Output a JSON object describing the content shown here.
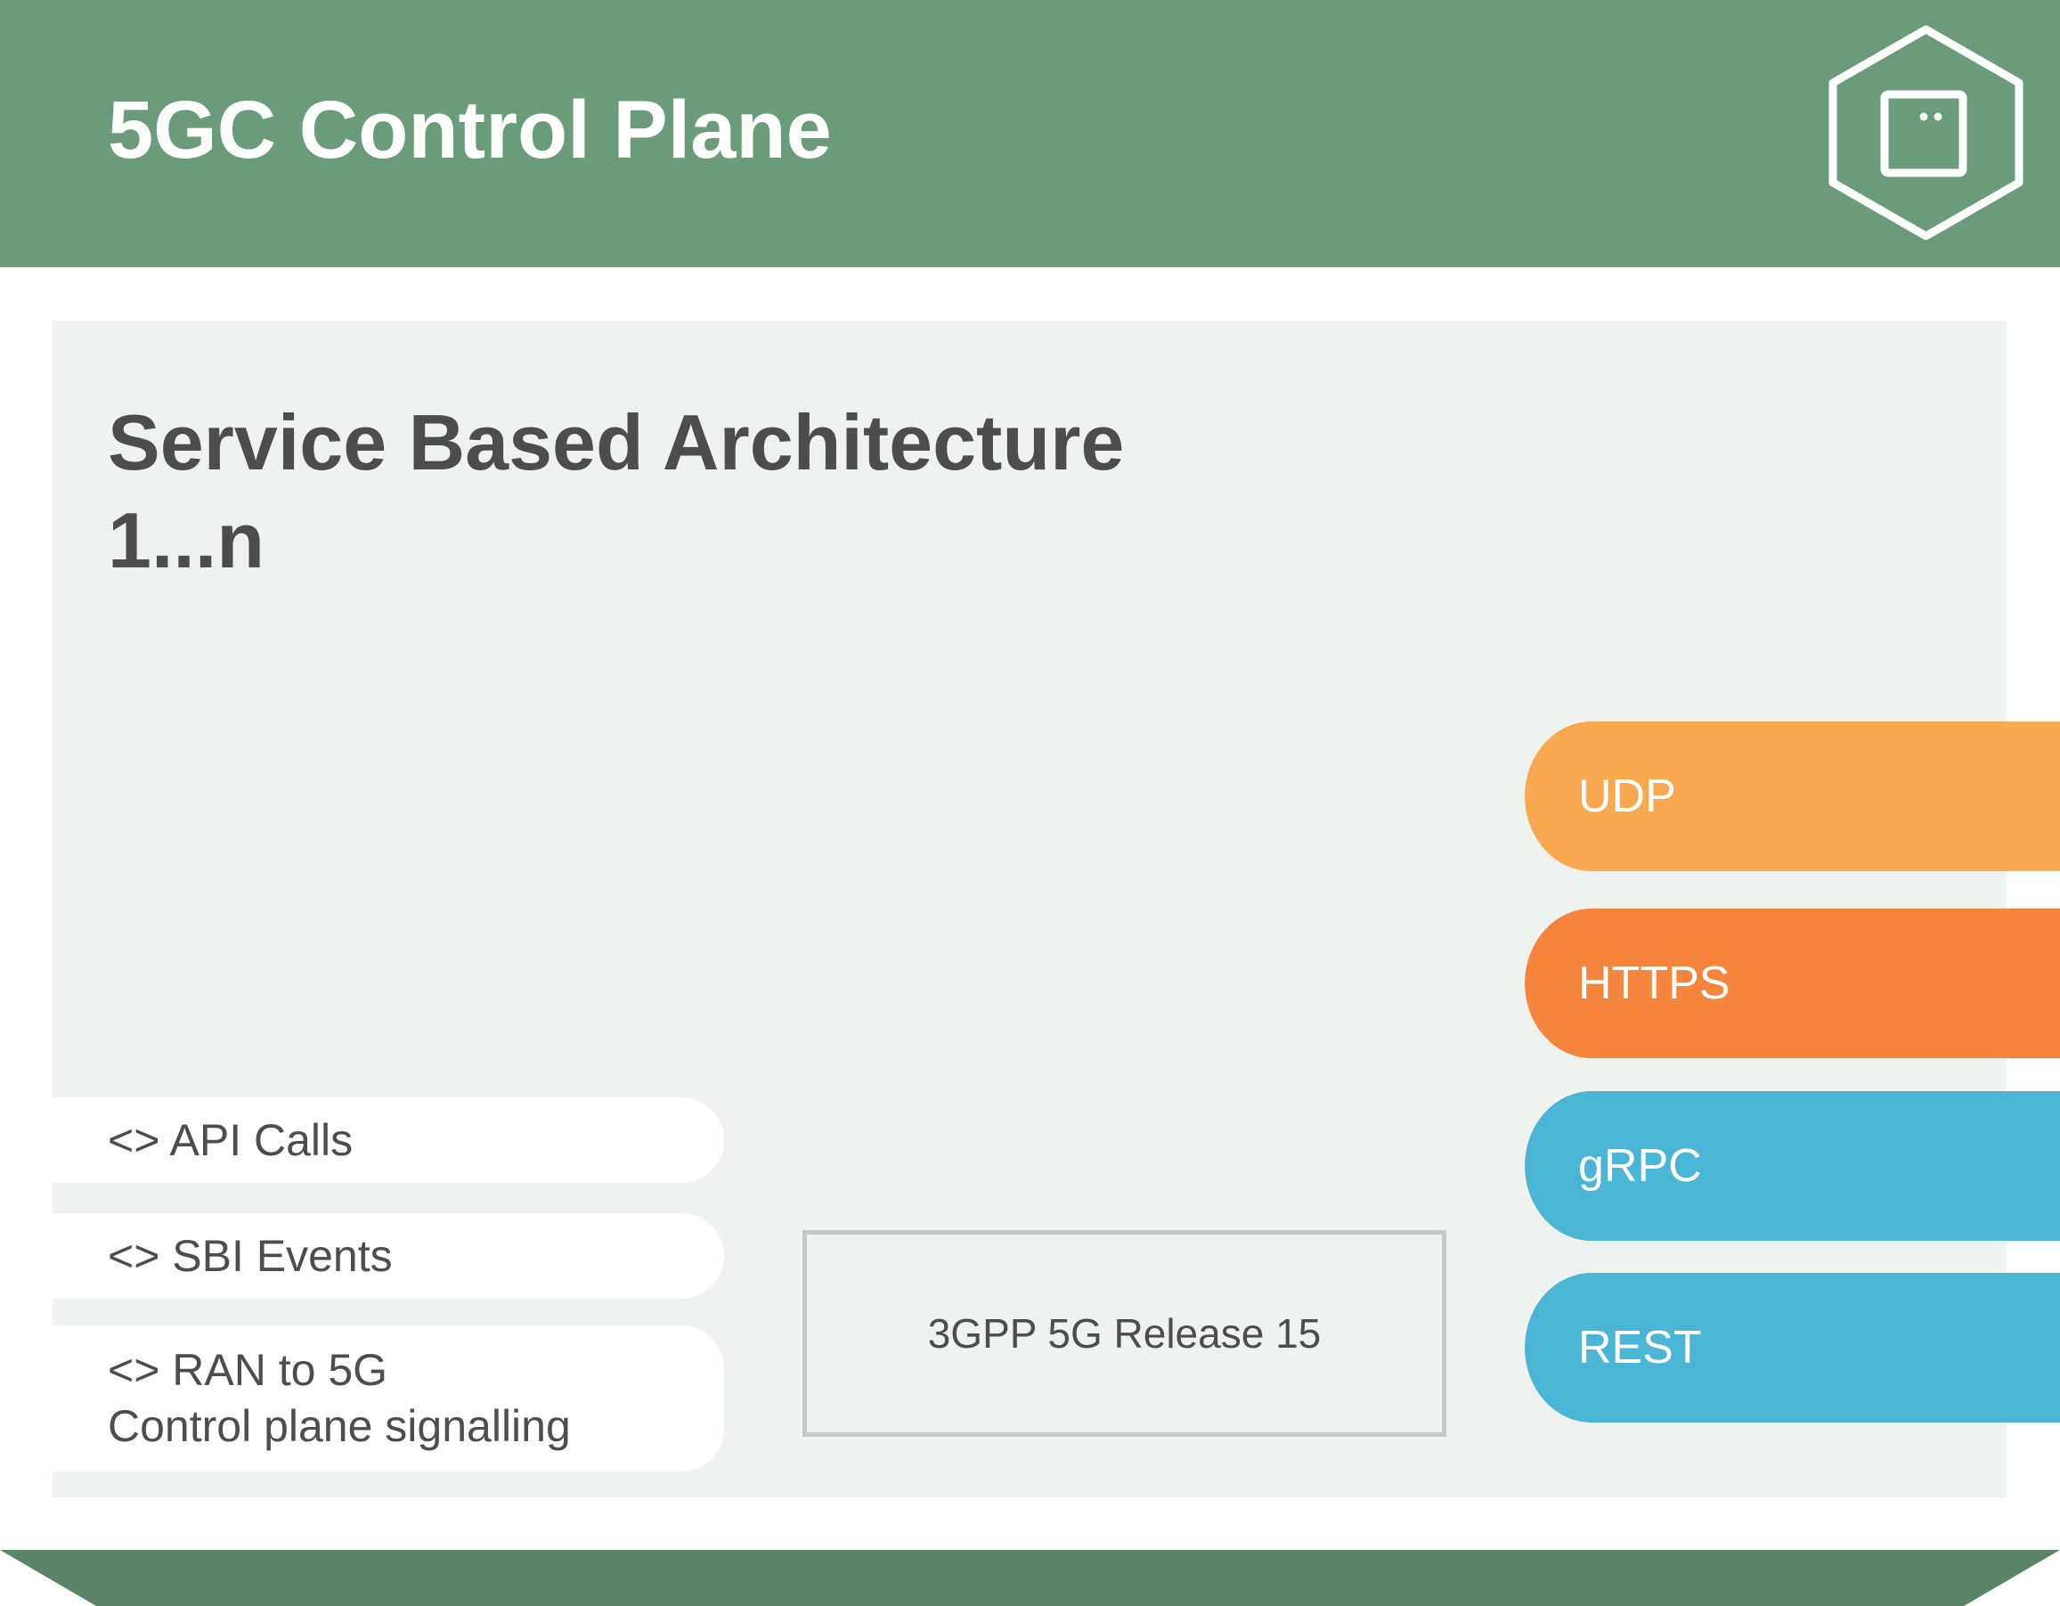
{
  "header": {
    "title": "5GC Control Plane",
    "icon": "hexagon-container-icon",
    "background": "#6a9b7a"
  },
  "panel": {
    "title_line1": "Service Based Architecture",
    "title_line2": "1...n",
    "background": "#eff3ef"
  },
  "interfaces": [
    {
      "lines": [
        "<> API Calls"
      ]
    },
    {
      "lines": [
        "<> SBI Events"
      ]
    },
    {
      "lines": [
        "<> RAN to 5G",
        "Control plane signalling"
      ]
    }
  ],
  "release": {
    "label": "3GPP 5G Release 15"
  },
  "protocols": [
    {
      "label": "UDP",
      "color": "#f8a950"
    },
    {
      "label": "HTTPS",
      "color": "#f5843d"
    },
    {
      "label": "gRPC",
      "color": "#4bb5d6"
    },
    {
      "label": "REST",
      "color": "#4bb5d6"
    }
  ],
  "footer": {
    "color": "#5a8467"
  }
}
